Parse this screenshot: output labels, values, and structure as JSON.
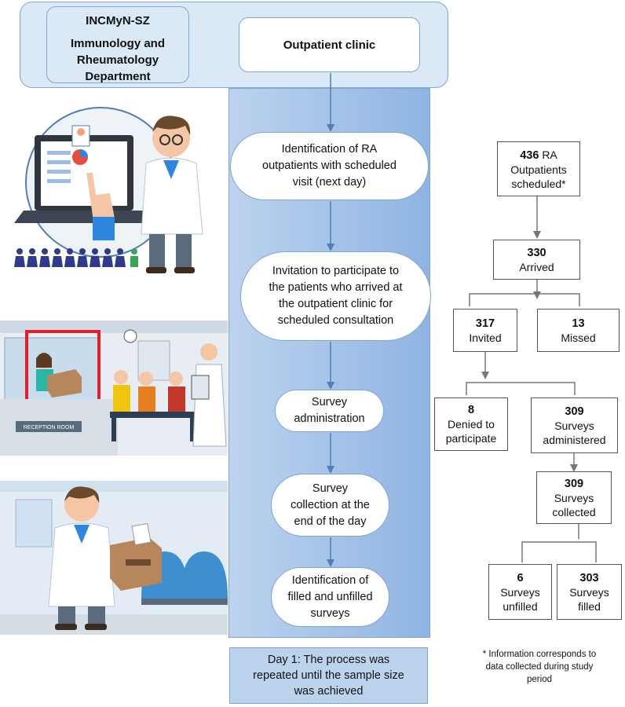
{
  "header": {
    "institution_name": "INCMyN-SZ",
    "department_line1": "Immunology and",
    "department_line2": "Rheumatology",
    "department_line3": "Department",
    "clinic": "Outpatient clinic"
  },
  "steps": [
    {
      "line1": "Identification of RA",
      "line2": "outpatients with scheduled",
      "line3": "visit (next day)"
    },
    {
      "line1": "Invitation to participate to",
      "line2": "the patients who arrived at",
      "line3": "the outpatient clinic for",
      "line4": "scheduled consultation"
    },
    {
      "line1": "Survey",
      "line2": "administration"
    },
    {
      "line1": "Survey",
      "line2": "collection at the",
      "line3": "end of the day"
    },
    {
      "line1": "Identification of",
      "line2": "filled and unfilled",
      "line3": "surveys"
    }
  ],
  "footer": {
    "line1": "Day 1: The process was",
    "line2": "repeated until the sample size",
    "line3": "was achieved"
  },
  "flow": {
    "scheduled": {
      "count": "436",
      "label1": "RA",
      "label2": "Outpatients",
      "label3": "scheduled*"
    },
    "arrived": {
      "count": "330",
      "label": "Arrived"
    },
    "invited": {
      "count": "317",
      "label": "Invited"
    },
    "missed": {
      "count": "13",
      "label": "Missed"
    },
    "denied": {
      "count": "8",
      "label1": "Denied to",
      "label2": "participate"
    },
    "administered": {
      "count": "309",
      "label1": "Surveys",
      "label2": "administered"
    },
    "collected": {
      "count": "309",
      "label1": "Surveys",
      "label2": "collected"
    },
    "unfilled": {
      "count": "6",
      "label1": "Surveys",
      "label2": "unfilled"
    },
    "filled": {
      "count": "303",
      "label1": "Surveys",
      "label2": "filled"
    }
  },
  "note": {
    "line1": "* Information corresponds to",
    "line2": "data collected during study",
    "line3": "period"
  },
  "illustration_text": {
    "reception_sign": "RECEPTION ROOM"
  },
  "colors": {
    "panel": "#dbe8f5",
    "column": "#9dbde6",
    "border": "#7fa7cf",
    "arrow_blue": "#4f7eb8",
    "arrow_gray": "#777777"
  }
}
